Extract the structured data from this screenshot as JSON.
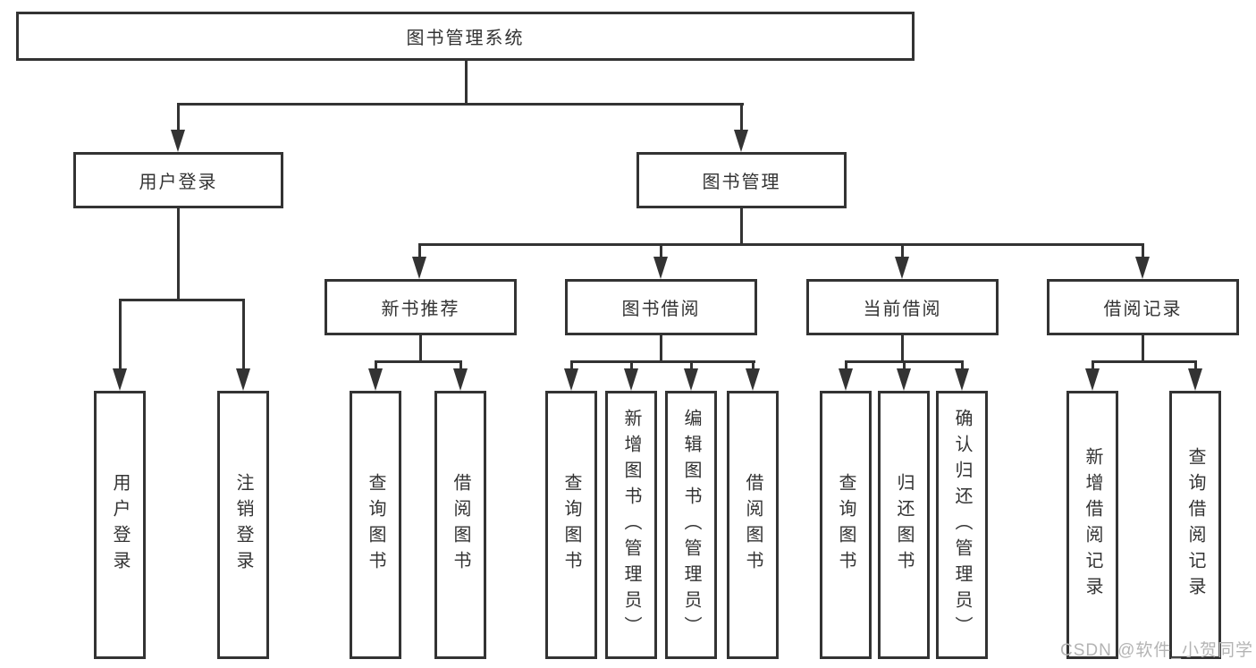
{
  "diagram": {
    "title": "图书管理系统",
    "line_color": "#333333",
    "text_color": "#333333",
    "background_color": "#ffffff",
    "tree": {
      "label": "图书管理系统",
      "children": [
        {
          "label": "用户登录",
          "children": [
            {
              "label": "用户登录"
            },
            {
              "label": "注销登录"
            }
          ]
        },
        {
          "label": "图书管理",
          "children": [
            {
              "label": "新书推荐",
              "children": [
                {
                  "label": "查询图书"
                },
                {
                  "label": "借阅图书"
                }
              ]
            },
            {
              "label": "图书借阅",
              "children": [
                {
                  "label": "查询图书"
                },
                {
                  "label": "新增图书（管理员）"
                },
                {
                  "label": "编辑图书（管理员）"
                },
                {
                  "label": "借阅图书"
                }
              ]
            },
            {
              "label": "当前借阅",
              "children": [
                {
                  "label": "查询图书"
                },
                {
                  "label": "归还图书"
                },
                {
                  "label": "确认归还（管理员）"
                }
              ]
            },
            {
              "label": "借阅记录",
              "children": [
                {
                  "label": "新增借阅记录"
                },
                {
                  "label": "查询借阅记录"
                }
              ]
            }
          ]
        }
      ]
    }
  },
  "watermark": {
    "text": "CSDN @软件_小贺同学",
    "color": "#b4b4b4"
  }
}
